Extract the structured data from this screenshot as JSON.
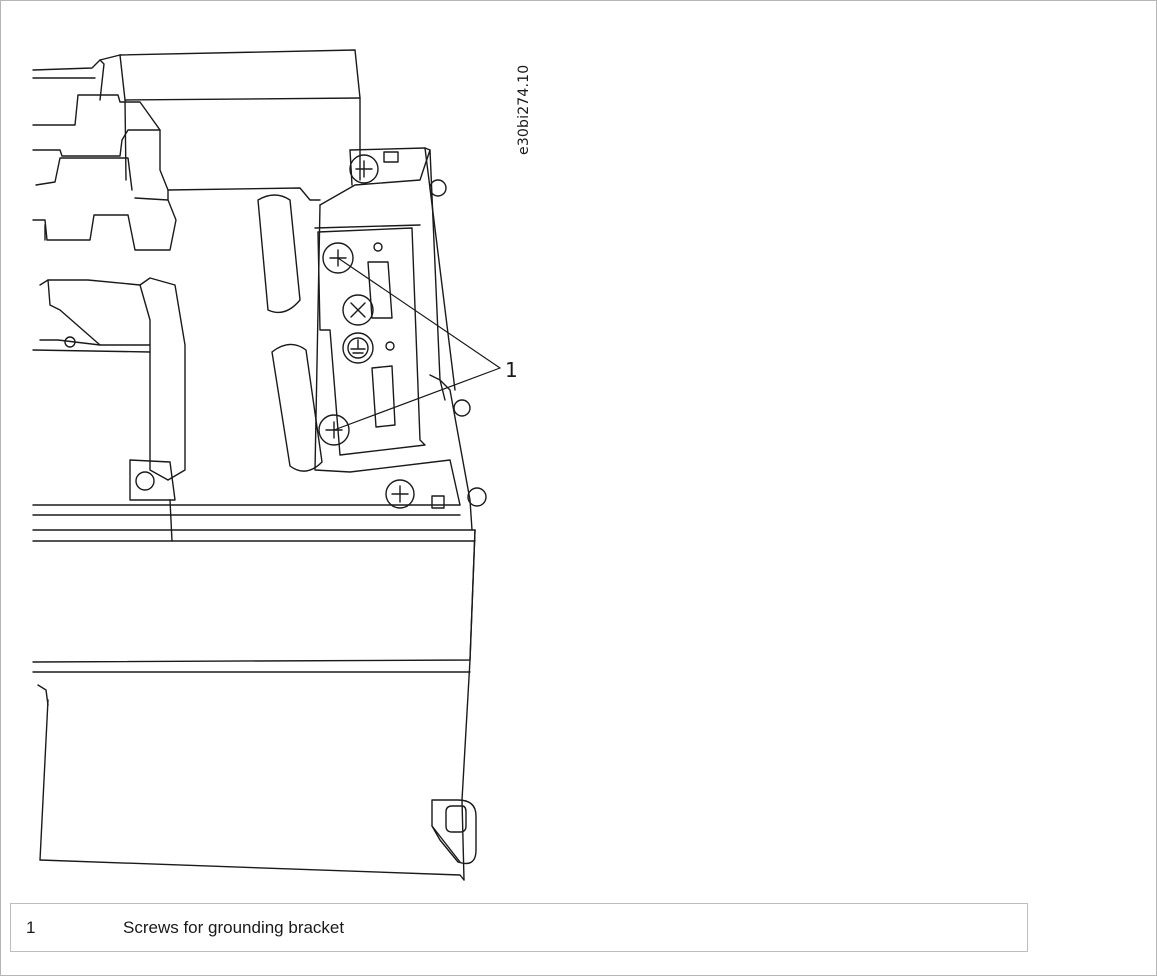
{
  "figure": {
    "code": "e30bi274.10",
    "callouts": [
      {
        "label": "1"
      }
    ]
  },
  "legend": {
    "rows": [
      {
        "number": "1",
        "description": "Screws for grounding bracket"
      }
    ]
  }
}
